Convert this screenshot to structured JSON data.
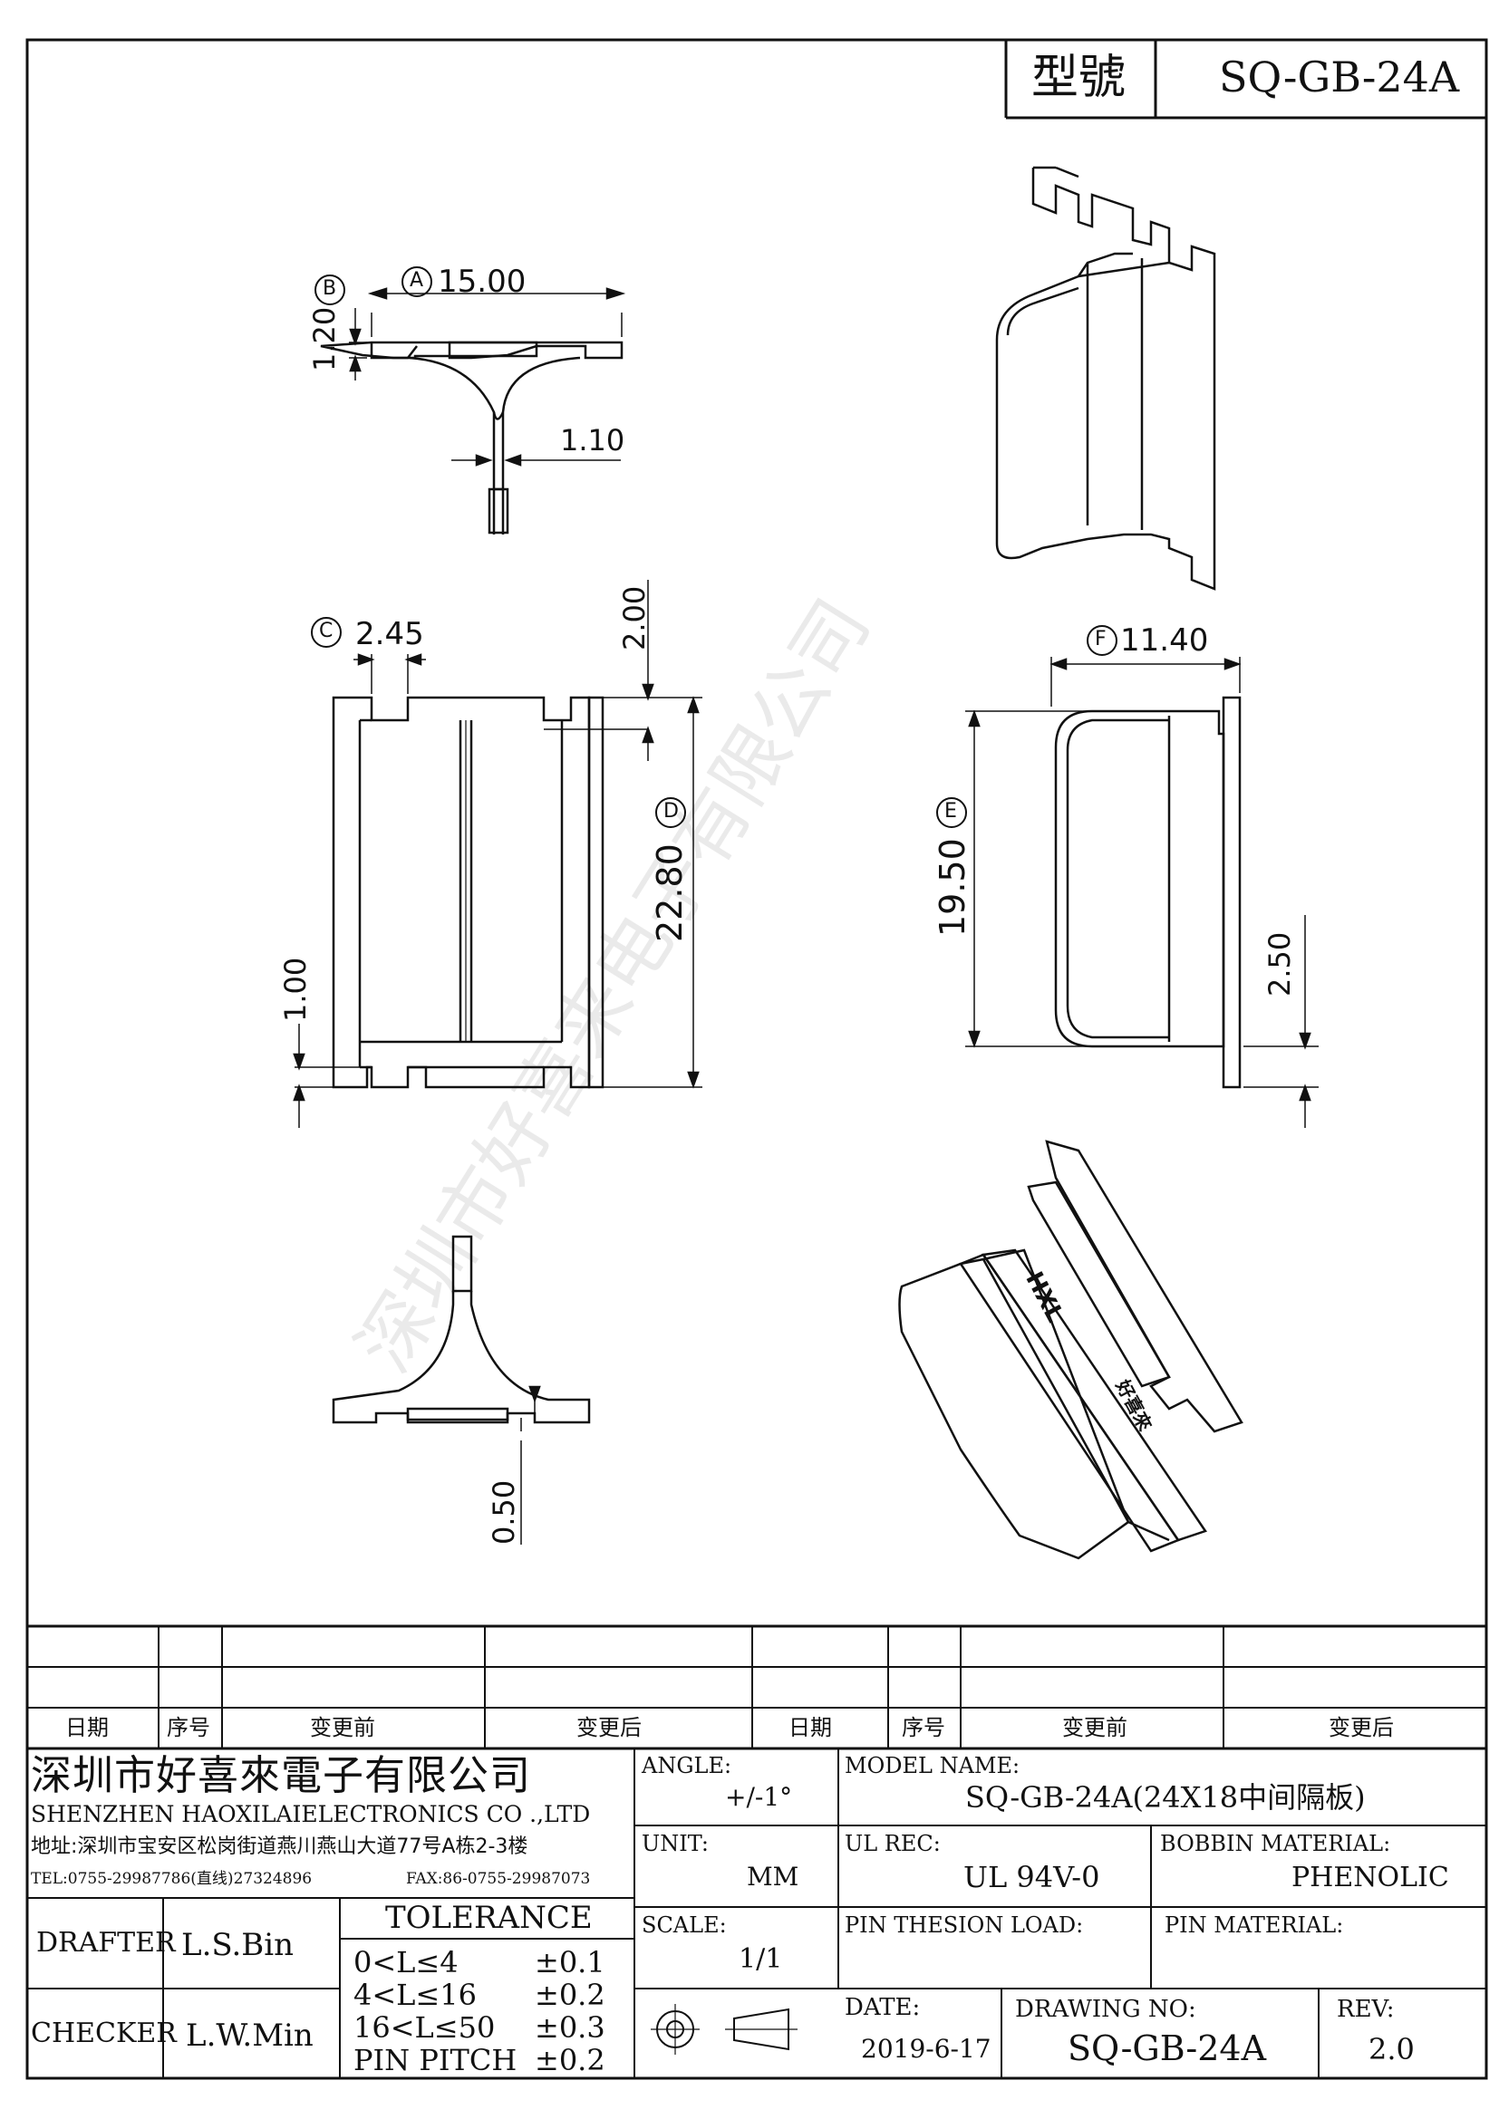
{
  "header": {
    "model_label": "型號",
    "model_value": "SQ-GB-24A"
  },
  "dimensions": {
    "A": {
      "marker": "A",
      "value": "15.00"
    },
    "B": {
      "marker": "B",
      "value": "1.20"
    },
    "t1": {
      "value": "1.10"
    },
    "C": {
      "marker": "C",
      "value": "2.45"
    },
    "top_gap": {
      "value": "2.00"
    },
    "D": {
      "marker": "D",
      "value": "22.80"
    },
    "bottom_gap": {
      "value": "1.00"
    },
    "F": {
      "marker": "F",
      "value": "11.40"
    },
    "E": {
      "marker": "E",
      "value": "19.50"
    },
    "side_gap": {
      "value": "2.50"
    },
    "t2": {
      "value": "0.50"
    }
  },
  "iso_marks": {
    "logo": "HXL",
    "stamp": "好喜來"
  },
  "watermark": "深圳市好喜来电子有限公司",
  "revision_table": {
    "headers": [
      "日期",
      "序号",
      "变更前",
      "变更后",
      "日期",
      "序号",
      "变更前",
      "变更后"
    ]
  },
  "company": {
    "name_cn": "深圳市好喜來電子有限公司",
    "name_en": "SHENZHEN HAOXILAIELECTRONICS CO .,LTD",
    "address": "地址:深圳市宝安区松岗街道燕川燕山大道77号A栋2-3楼",
    "tel": "TEL:0755-29987786(直线)27324896",
    "fax": "FAX:86-0755-29987073"
  },
  "people": {
    "drafter_label": "DRAFTER",
    "drafter": "L.S.Bin",
    "checker_label": "CHECKER",
    "checker": "L.W.Min"
  },
  "tolerance": {
    "title": "TOLERANCE",
    "rows": [
      {
        "range": "0<L≤4",
        "value": "±0.1"
      },
      {
        "range": "4<L≤16",
        "value": "±0.2"
      },
      {
        "range": "16<L≤50",
        "value": "±0.3"
      },
      {
        "range": "PIN PITCH",
        "value": "±0.2"
      }
    ]
  },
  "fields": {
    "angle_label": "ANGLE:",
    "angle": "+/-1°",
    "unit_label": "UNIT:",
    "unit": "MM",
    "scale_label": "SCALE:",
    "scale": "1/1",
    "model_name_label": "MODEL NAME:",
    "model_name": "SQ-GB-24A(24X18中间隔板)",
    "ul_label": "UL REC:",
    "ul": "UL 94V-0",
    "bobbin_label": "BOBBIN MATERIAL:",
    "bobbin": "PHENOLIC",
    "pin_load_label": "PIN THESION LOAD:",
    "pin_load": "",
    "pin_material_label": "PIN MATERIAL:",
    "pin_material": "",
    "date_label": "DATE:",
    "date": "2019-6-17",
    "drawing_no_label": "DRAWING NO:",
    "drawing_no": "SQ-GB-24A",
    "rev_label": "REV:",
    "rev": "2.0"
  }
}
